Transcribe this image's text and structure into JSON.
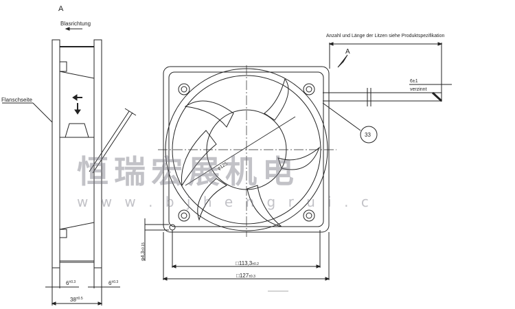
{
  "side_view": {
    "view_label": "A",
    "airflow_label": "Blasrichtung",
    "flange_label": "Flanschseite",
    "dim_flange_left": "6",
    "dim_flange_left_tol": "±0.3",
    "dim_flange_right": "6",
    "dim_flange_right_tol": "±0.3",
    "dim_depth": "38",
    "dim_depth_tol": "±0.5"
  },
  "front_view": {
    "lead_note": "Anzahl und Länge der Litzen siehe Produktspezifikation",
    "view_arrow_label": "A",
    "strip_length": "6±1",
    "strip_note": "verzinnt",
    "callout": "33",
    "dim_diameter": "φ125",
    "dim_hole": "φ4,3",
    "dim_hole_tol": "±0.15",
    "dim_hole_spacing": "□113,3",
    "dim_hole_spacing_tol": "±0.2",
    "dim_frame": "□127",
    "dim_frame_tol": "±0.3"
  },
  "watermark": {
    "company": "恒瑞宏展机电",
    "url": "w w w . b j h e n g r u i . c"
  }
}
